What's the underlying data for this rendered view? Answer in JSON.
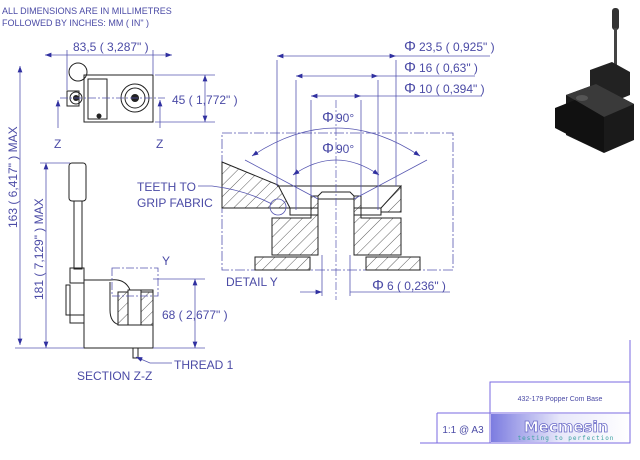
{
  "notes": {
    "line1": "ALL DIMENSIONS ARE IN MILLIMETRES",
    "line2": "FOLLOWED BY INCHES:    MM ( IN\" )"
  },
  "top_view": {
    "width_dim": "83,5 ( 3,287\" )",
    "height_dim": "45 ( 1,772\" )",
    "section_mark_left": "Z",
    "section_mark_right": "Z"
  },
  "section_view": {
    "dim_163": "163 ( 6,417\" ) MAX",
    "dim_181": "181 ( 7,129\" ) MAX",
    "dim_68": "68 ( 2,677\" )",
    "detail_mark": "Y",
    "thread_label": "THREAD 1",
    "title": "SECTION Z-Z"
  },
  "detail_view": {
    "dia_23_5": "23,5 ( 0,925\" )",
    "dia_16": "16 ( 0,63\" )",
    "dia_10": "10 ( 0,394\" )",
    "angle_outer": "90°",
    "angle_inner": "90°",
    "dia_6": "6 ( 0,236\" )",
    "teeth_line1": "TEETH TO",
    "teeth_line2": "GRIP FABRIC",
    "title": "DETAIL Y",
    "phi": "Φ"
  },
  "title_block": {
    "part_name": "432-179 Popper Com Base",
    "scale": "1:1 @ A3",
    "logo": "Mecmesin",
    "tagline": "testing to perfection"
  },
  "colors": {
    "annotation": "#4b4ba6",
    "title_block": "#7a6ae0"
  }
}
